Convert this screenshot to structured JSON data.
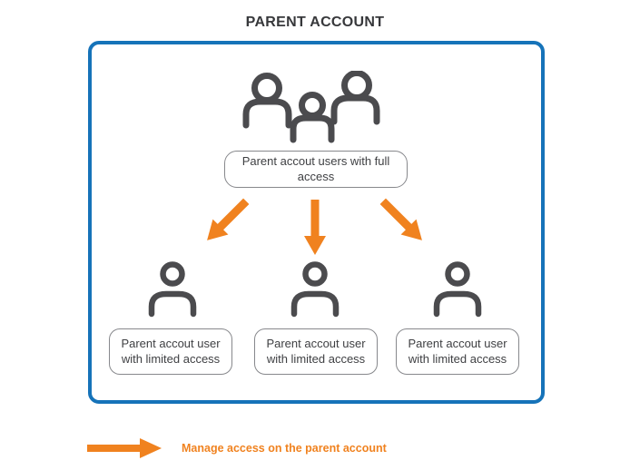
{
  "title": "PARENT ACCOUNT",
  "colors": {
    "accent_blue": "#1673b9",
    "accent_orange": "#f0821f",
    "icon_gray": "#4b4b4e",
    "box_border": "#87888c",
    "text_dark": "#3e3f42"
  },
  "diagram": {
    "full_access_label": "Parent accout users with full access",
    "limited_access_boxes": [
      {
        "label": "Parent accout user with limited access"
      },
      {
        "label": "Parent accout user with limited access"
      },
      {
        "label": "Parent accout user with limited access"
      }
    ]
  },
  "legend": {
    "label": "Manage access on the parent account"
  }
}
